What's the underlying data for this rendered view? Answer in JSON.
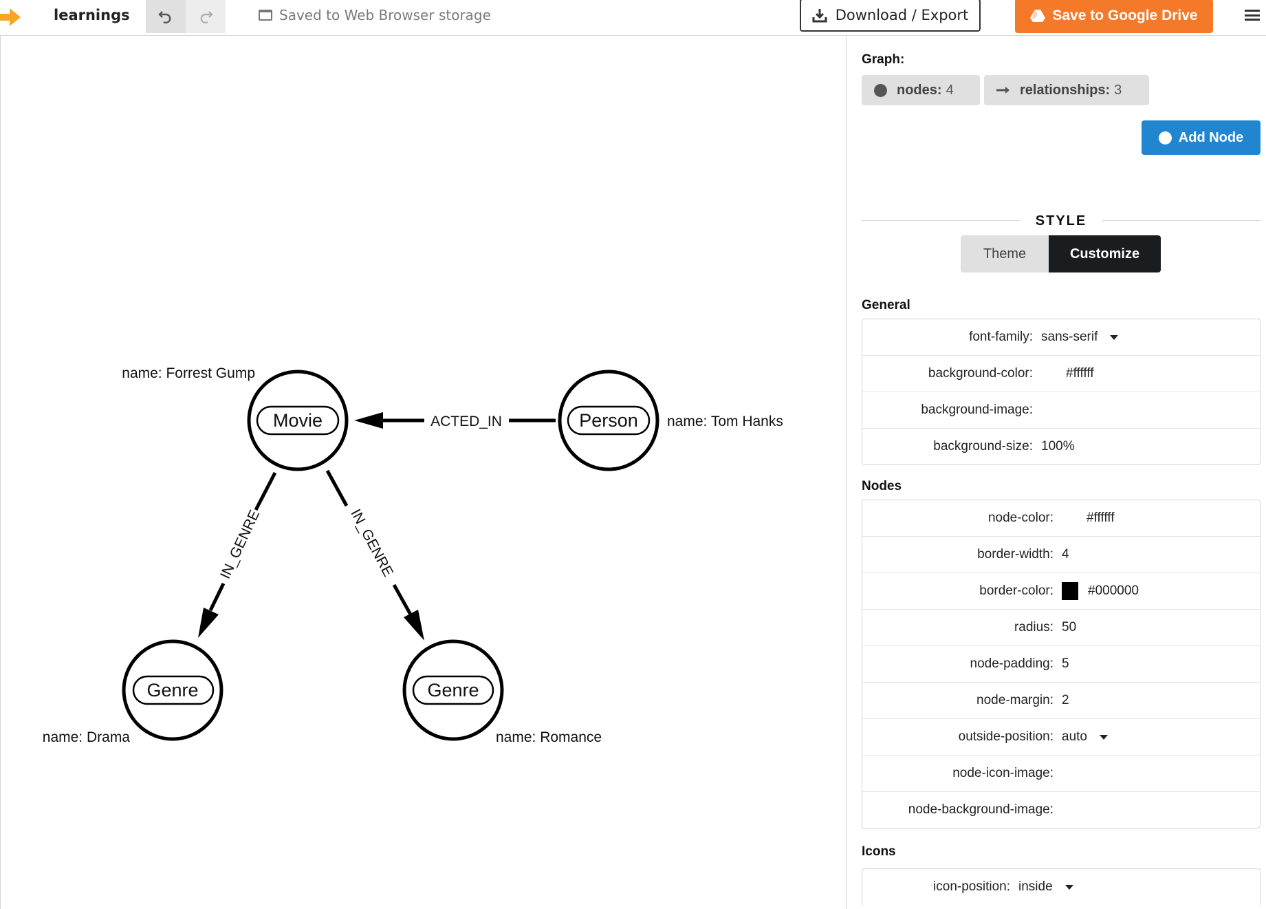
{
  "header": {
    "title": "learnings",
    "storage_status": "Saved to Web Browser storage",
    "download_label": "Download / Export",
    "gdrive_label": "Save to Google Drive"
  },
  "graph": {
    "nodes": [
      {
        "label": "Movie",
        "caption": "name: Forrest Gump"
      },
      {
        "label": "Person",
        "caption": "name: Tom Hanks"
      },
      {
        "label": "Genre",
        "caption": "name: Drama"
      },
      {
        "label": "Genre",
        "caption": "name: Romance"
      }
    ],
    "relationships": [
      {
        "type": "ACTED_IN",
        "from": "Person",
        "to": "Movie"
      },
      {
        "type": "IN_GENRE",
        "from": "Movie",
        "to": "Genre (Drama)"
      },
      {
        "type": "IN_GENRE",
        "from": "Movie",
        "to": "Genre (Romance)"
      }
    ]
  },
  "panel": {
    "graph_label": "Graph:",
    "nodes_label": "nodes:",
    "nodes_count": "4",
    "rels_label": "relationships:",
    "rels_count": "3",
    "add_node_label": "Add Node",
    "style_heading": "STYLE",
    "theme_tab": "Theme",
    "customize_tab": "Customize",
    "general": {
      "title": "General",
      "rows": [
        {
          "label": "font-family:",
          "value": "sans-serif"
        },
        {
          "label": "background-color:",
          "value": "#ffffff"
        },
        {
          "label": "background-image:",
          "value": ""
        },
        {
          "label": "background-size:",
          "value": "100%"
        }
      ]
    },
    "nodes": {
      "title": "Nodes",
      "rows": [
        {
          "label": "node-color:",
          "value": "#ffffff"
        },
        {
          "label": "border-width:",
          "value": "4"
        },
        {
          "label": "border-color:",
          "value": "#000000"
        },
        {
          "label": "radius:",
          "value": "50"
        },
        {
          "label": "node-padding:",
          "value": "5"
        },
        {
          "label": "node-margin:",
          "value": "2"
        },
        {
          "label": "outside-position:",
          "value": "auto"
        },
        {
          "label": "node-icon-image:",
          "value": ""
        },
        {
          "label": "node-background-image:",
          "value": ""
        }
      ]
    },
    "icons": {
      "title": "Icons",
      "rows": [
        {
          "label": "icon-position:",
          "value": "inside"
        }
      ]
    }
  },
  "colors": {
    "accent_orange": "#f47929",
    "accent_blue": "#2185d0",
    "dark": "#1b1c1d"
  }
}
